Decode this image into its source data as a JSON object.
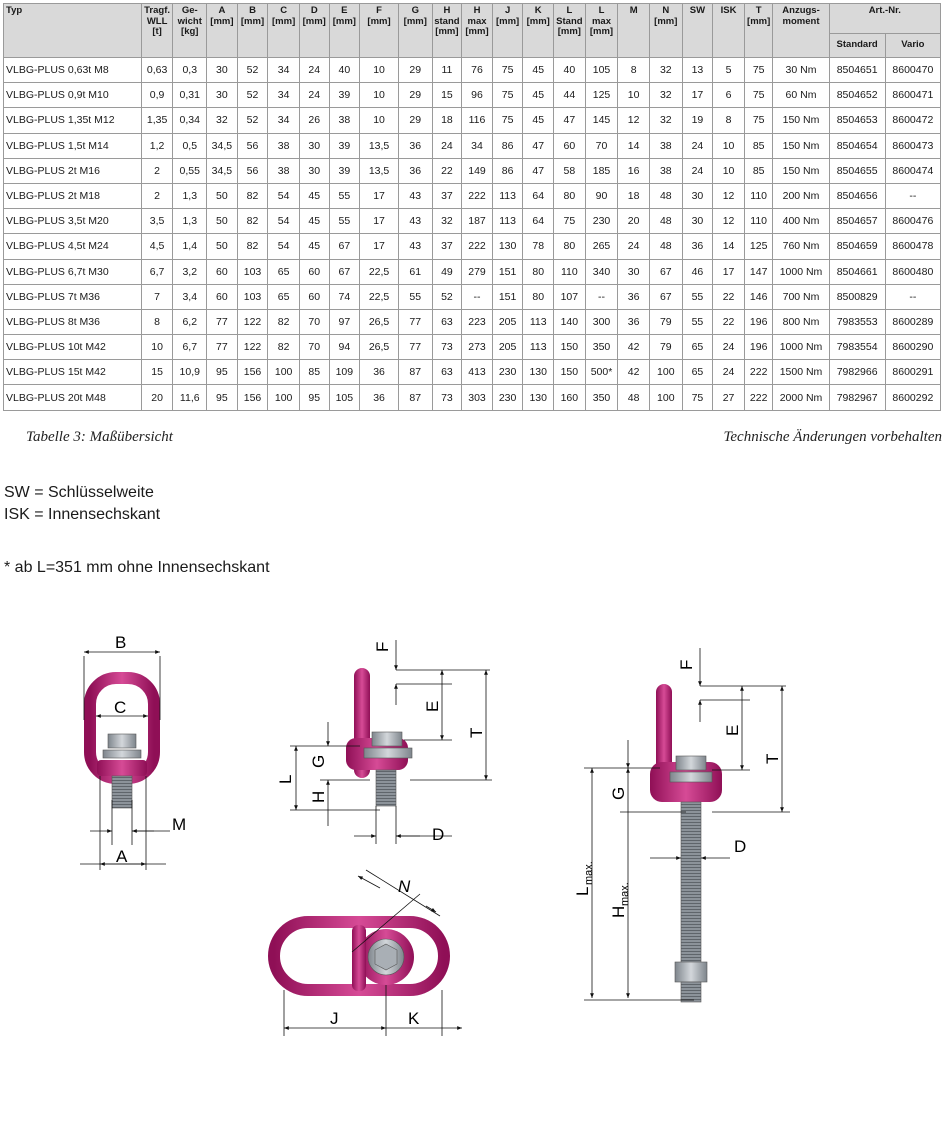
{
  "table": {
    "headers": [
      [
        "Typ"
      ],
      [
        "Tragf.",
        "WLL",
        "[t]"
      ],
      [
        "Ge-",
        "wicht",
        "[kg]"
      ],
      [
        "A",
        "[mm]"
      ],
      [
        "B",
        "[mm]"
      ],
      [
        "C",
        "[mm]"
      ],
      [
        "D",
        "[mm]"
      ],
      [
        "E",
        "[mm]"
      ],
      [
        "F",
        "[mm]"
      ],
      [
        "G",
        "[mm]"
      ],
      [
        "H",
        "stand",
        "[mm]"
      ],
      [
        "H",
        "max",
        "[mm]"
      ],
      [
        "J",
        "[mm]"
      ],
      [
        "K",
        "[mm]"
      ],
      [
        "L",
        "Stand",
        "[mm]"
      ],
      [
        "L",
        "max",
        "[mm]"
      ],
      [
        "M"
      ],
      [
        "N",
        "[mm]"
      ],
      [
        "SW"
      ],
      [
        "ISK"
      ],
      [
        "T",
        "[mm]"
      ],
      [
        "Anzugs-",
        "moment"
      ]
    ],
    "art_group": "Art.-Nr.",
    "art_sub": [
      "Standard",
      "Vario"
    ],
    "rows": [
      [
        "VLBG-PLUS 0,63t M8",
        "0,63",
        "0,3",
        "30",
        "52",
        "34",
        "24",
        "40",
        "10",
        "29",
        "11",
        "76",
        "75",
        "45",
        "40",
        "105",
        "8",
        "32",
        "13",
        "5",
        "75",
        "30 Nm",
        "8504651",
        "8600470"
      ],
      [
        "VLBG-PLUS 0,9t M10",
        "0,9",
        "0,31",
        "30",
        "52",
        "34",
        "24",
        "39",
        "10",
        "29",
        "15",
        "96",
        "75",
        "45",
        "44",
        "125",
        "10",
        "32",
        "17",
        "6",
        "75",
        "60 Nm",
        "8504652",
        "8600471"
      ],
      [
        "VLBG-PLUS 1,35t M12",
        "1,35",
        "0,34",
        "32",
        "52",
        "34",
        "26",
        "38",
        "10",
        "29",
        "18",
        "116",
        "75",
        "45",
        "47",
        "145",
        "12",
        "32",
        "19",
        "8",
        "75",
        "150 Nm",
        "8504653",
        "8600472"
      ],
      [
        "VLBG-PLUS 1,5t M14",
        "1,2",
        "0,5",
        "34,5",
        "56",
        "38",
        "30",
        "39",
        "13,5",
        "36",
        "24",
        "34",
        "86",
        "47",
        "60",
        "70",
        "14",
        "38",
        "24",
        "10",
        "85",
        "150 Nm",
        "8504654",
        "8600473"
      ],
      [
        "VLBG-PLUS 2t M16",
        "2",
        "0,55",
        "34,5",
        "56",
        "38",
        "30",
        "39",
        "13,5",
        "36",
        "22",
        "149",
        "86",
        "47",
        "58",
        "185",
        "16",
        "38",
        "24",
        "10",
        "85",
        "150 Nm",
        "8504655",
        "8600474"
      ],
      [
        "VLBG-PLUS 2t M18",
        "2",
        "1,3",
        "50",
        "82",
        "54",
        "45",
        "55",
        "17",
        "43",
        "37",
        "222",
        "113",
        "64",
        "80",
        "90",
        "18",
        "48",
        "30",
        "12",
        "110",
        "200 Nm",
        "8504656",
        "--"
      ],
      [
        "VLBG-PLUS 3,5t M20",
        "3,5",
        "1,3",
        "50",
        "82",
        "54",
        "45",
        "55",
        "17",
        "43",
        "32",
        "187",
        "113",
        "64",
        "75",
        "230",
        "20",
        "48",
        "30",
        "12",
        "110",
        "400 Nm",
        "8504657",
        "8600476"
      ],
      [
        "VLBG-PLUS 4,5t M24",
        "4,5",
        "1,4",
        "50",
        "82",
        "54",
        "45",
        "67",
        "17",
        "43",
        "37",
        "222",
        "130",
        "78",
        "80",
        "265",
        "24",
        "48",
        "36",
        "14",
        "125",
        "760 Nm",
        "8504659",
        "8600478"
      ],
      [
        "VLBG-PLUS 6,7t M30",
        "6,7",
        "3,2",
        "60",
        "103",
        "65",
        "60",
        "67",
        "22,5",
        "61",
        "49",
        "279",
        "151",
        "80",
        "110",
        "340",
        "30",
        "67",
        "46",
        "17",
        "147",
        "1000 Nm",
        "8504661",
        "8600480"
      ],
      [
        "VLBG-PLUS 7t M36",
        "7",
        "3,4",
        "60",
        "103",
        "65",
        "60",
        "74",
        "22,5",
        "55",
        "52",
        "--",
        "151",
        "80",
        "107",
        "--",
        "36",
        "67",
        "55",
        "22",
        "146",
        "700 Nm",
        "8500829",
        "--"
      ],
      [
        "VLBG-PLUS 8t M36",
        "8",
        "6,2",
        "77",
        "122",
        "82",
        "70",
        "97",
        "26,5",
        "77",
        "63",
        "223",
        "205",
        "113",
        "140",
        "300",
        "36",
        "79",
        "55",
        "22",
        "196",
        "800 Nm",
        "7983553",
        "8600289"
      ],
      [
        "VLBG-PLUS 10t M42",
        "10",
        "6,7",
        "77",
        "122",
        "82",
        "70",
        "94",
        "26,5",
        "77",
        "73",
        "273",
        "205",
        "113",
        "150",
        "350",
        "42",
        "79",
        "65",
        "24",
        "196",
        "1000 Nm",
        "7983554",
        "8600290"
      ],
      [
        "VLBG-PLUS 15t M42",
        "15",
        "10,9",
        "95",
        "156",
        "100",
        "85",
        "109",
        "36",
        "87",
        "63",
        "413",
        "230",
        "130",
        "150",
        "500*",
        "42",
        "100",
        "65",
        "24",
        "222",
        "1500 Nm",
        "7982966",
        "8600291"
      ],
      [
        "VLBG-PLUS 20t M48",
        "20",
        "11,6",
        "95",
        "156",
        "100",
        "95",
        "105",
        "36",
        "87",
        "73",
        "303",
        "230",
        "130",
        "160",
        "350",
        "48",
        "100",
        "75",
        "27",
        "222",
        "2000 Nm",
        "7982967",
        "8600292"
      ]
    ]
  },
  "captions": {
    "left": "Tabelle 3: Maßübersicht",
    "right": "Technische Änderungen vorbehalten"
  },
  "notes": {
    "sw": "SW = Schlüsselweite",
    "isk": "ISK = Innensechskant",
    "footnote": "* ab L=351 mm ohne Innensechskant"
  },
  "drawing_labels": {
    "front": {
      "b": "B",
      "c": "C",
      "m": "M",
      "a": "A"
    },
    "side": {
      "f": "F",
      "e": "E",
      "t": "T",
      "g": "G",
      "l": "L",
      "h": "H",
      "d": "D"
    },
    "top": {
      "n": "N",
      "j": "J",
      "k": "K"
    },
    "long": {
      "f": "F",
      "e": "E",
      "t": "T",
      "g": "G",
      "d": "D",
      "lmax_main": "L",
      "lmax_sub": "max.",
      "hmax_main": "H",
      "hmax_sub": "max."
    }
  },
  "colors": {
    "magenta": "#b5176e",
    "magenta_light": "#d64b96",
    "steel": "#9aa1a8",
    "header_bg": "#d9d9d9"
  }
}
